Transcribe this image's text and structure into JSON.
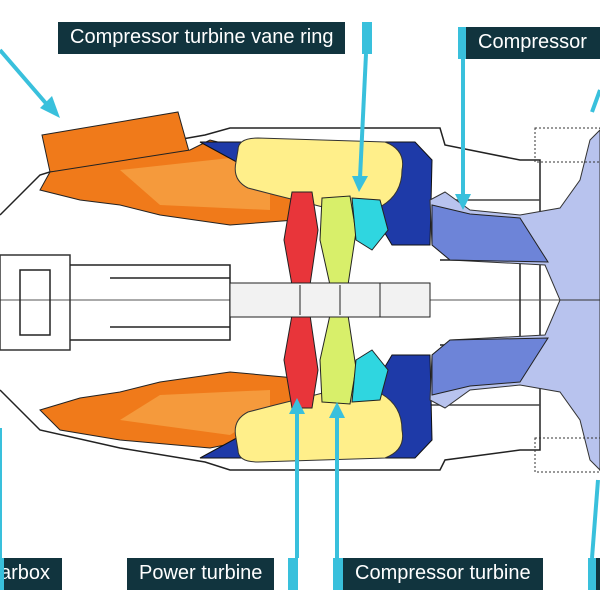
{
  "labels": {
    "compressor_turbine_vane_ring": "Compressor turbine vane ring",
    "compressor": "Compressor",
    "gearbox": "arbox",
    "power_turbine": "Power turbine",
    "compressor_turbine": "Compressor turbine"
  },
  "colors": {
    "label_bg": "#11343e",
    "label_text": "#ffffff",
    "pointer": "#39c0dc",
    "exhaust": "#f07a1a",
    "exhaust_light": "#f59a3c",
    "combustor_wall": "#1e3aa8",
    "combustor_inner": "#ffef8a",
    "power_turbine": "#e8353a",
    "compressor_turbine": "#d8ef6a",
    "vane_ring": "#2fd6e0",
    "compressor": "#6d84d8",
    "compressor_light": "#b8c3ee",
    "outline": "#222222"
  }
}
